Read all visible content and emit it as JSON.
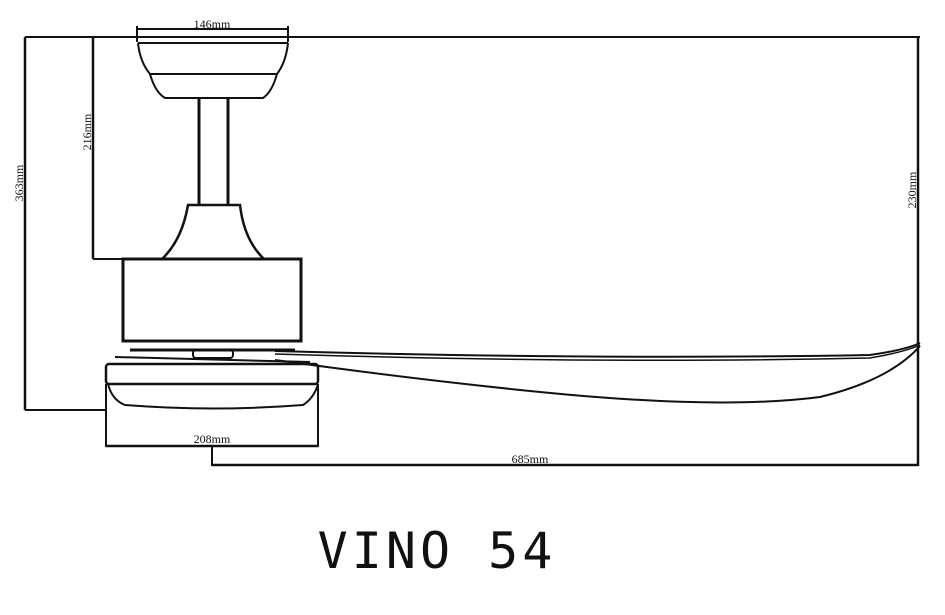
{
  "diagram": {
    "title": "VINO 54",
    "dimensions": {
      "canopy_width": "146mm",
      "downrod_height": "216mm",
      "total_height": "363mm",
      "blade_height": "230mm",
      "light_width": "208mm",
      "blade_length": "685mm"
    },
    "colors": {
      "line": "#111111",
      "background": "#ffffff"
    }
  }
}
